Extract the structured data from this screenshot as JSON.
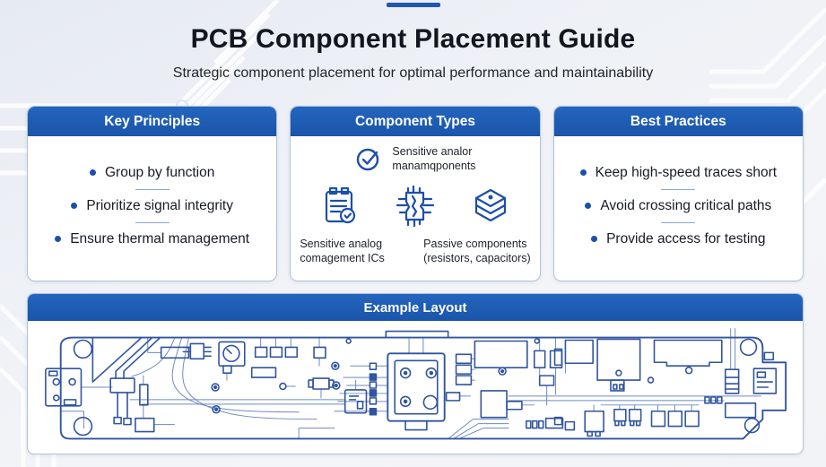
{
  "header": {
    "title": "PCB Component Placement Guide",
    "subtitle": "Strategic component placement for optimal performance and maintainability"
  },
  "cards": {
    "key_principles": {
      "title": "Key Principles",
      "items": [
        "Group by function",
        "Prioritize signal integrity",
        "Ensure thermal management"
      ]
    },
    "component_types": {
      "title": "Component Types",
      "featured_label": "Sensitive analor\nmanamqponents",
      "label_left": "Sensitive analog\ncomagement ICs",
      "label_right": "Passive components\n(resistors, capacitors)"
    },
    "best_practices": {
      "title": "Best Practices",
      "items": [
        "Keep high-speed traces short",
        "Avoid crossing critical paths",
        "Provide access for testing"
      ]
    }
  },
  "example_layout": {
    "title": "Example Layout"
  },
  "colors": {
    "header_blue": "#1d5cb2",
    "accent": "#2257ae",
    "pcb_line": "#30549f",
    "bullet": "#1d4fa8"
  }
}
